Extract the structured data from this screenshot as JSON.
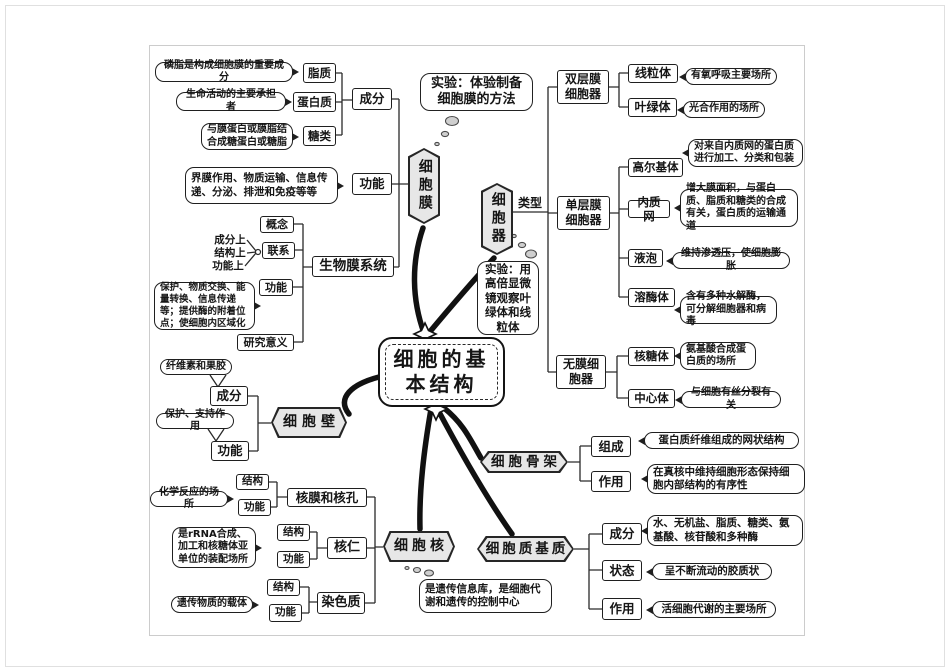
{
  "title": "细胞的基本结构",
  "colors": {
    "node_fill": "#e7e7e7",
    "ink": "#1f1f1f",
    "background": "#ffffff"
  },
  "center": {
    "label": "细胞的基本结构"
  },
  "cell_membrane": {
    "label": "细胞膜",
    "experiment": "实验：体验制备细胞膜的方法",
    "composition_label": "成分",
    "lipid_label": "脂质",
    "lipid_note": "磷脂是构成细胞膜的重要成分",
    "protein_label": "蛋白质",
    "protein_note": "生命活动的主要承担者",
    "sugar_label": "糖类",
    "sugar_note": "与膜蛋白或膜脂结合成糖蛋白或糖脂",
    "function_label": "功能",
    "function_note": "界膜作用、物质运输、信息传递、分泌、排泄和免疫等等"
  },
  "biomembrane_system": {
    "label": "生物膜系统",
    "concept_label": "概念",
    "relation_label": "联系",
    "relation_items": [
      "成分上",
      "结构上",
      "功能上"
    ],
    "function_label": "功能",
    "function_note": "保护、物质交换、能量转换、信息传递等；提供酶的附着位点；使细胞内区域化",
    "research_label": "研究意义"
  },
  "organelle": {
    "label": "细胞器",
    "type_label": "类型",
    "experiment": "实验：用高倍显微镜观察叶绿体和线粒体",
    "double_membrane": {
      "label": "双层膜细胞器",
      "mitochondria_label": "线粒体",
      "mitochondria_note": "有氧呼吸主要场所",
      "chloroplast_label": "叶绿体",
      "chloroplast_note": "光合作用的场所"
    },
    "single_membrane": {
      "label": "单层膜细胞器",
      "golgi_label": "高尔基体",
      "golgi_note": "对来自内质网的蛋白质进行加工、分类和包装",
      "er_label": "内质网",
      "er_note": "增大膜面积，与蛋白质、脂质和糖类的合成有关，蛋白质的运输通道",
      "vacuole_label": "液泡",
      "vacuole_note": "维持渗透压，使细胞膨胀",
      "lysosome_label": "溶酶体",
      "lysosome_note": "含有多种水解酶，可分解细胞器和病毒"
    },
    "no_membrane": {
      "label": "无膜细胞器",
      "ribosome_label": "核糖体",
      "ribosome_note": "氨基酸合成蛋白质的场所",
      "centrosome_label": "中心体",
      "centrosome_note": "与细胞有丝分裂有关"
    }
  },
  "cell_wall": {
    "label": "细胞壁",
    "composition_label": "成分",
    "composition_note": "纤维素和果胶",
    "function_label": "功能",
    "function_note": "保护、支持作用"
  },
  "nucleus": {
    "label": "细胞核",
    "note": "是遗传信息库，是细胞代谢和遗传的控制中心",
    "membrane_pores": {
      "label": "核膜和核孔",
      "structure_label": "结构",
      "function_label": "功能",
      "function_note": "化学反应的场所"
    },
    "nucleolus": {
      "label": "核仁",
      "structure_label": "结构",
      "function_label": "功能",
      "function_note": "是rRNA合成、加工和核糖体亚单位的装配场所"
    },
    "chromatin": {
      "label": "染色质",
      "structure_label": "结构",
      "function_label": "功能",
      "function_note": "遗传物质的载体"
    }
  },
  "cytoskeleton": {
    "label": "细胞骨架",
    "composition_label": "组成",
    "composition_note": "蛋白质纤维组成的网状结构",
    "function_label": "作用",
    "function_note": "在真核中维持细胞形态保持细胞内部结构的有序性"
  },
  "cytoplasm_matrix": {
    "label": "细胞质基质",
    "composition_label": "成分",
    "composition_note": "水、无机盐、脂质、糖类、氨基酸、核苷酸和多种酶",
    "state_label": "状态",
    "state_note": "呈不断流动的胶质状",
    "function_label": "作用",
    "function_note": "活细胞代谢的主要场所"
  }
}
